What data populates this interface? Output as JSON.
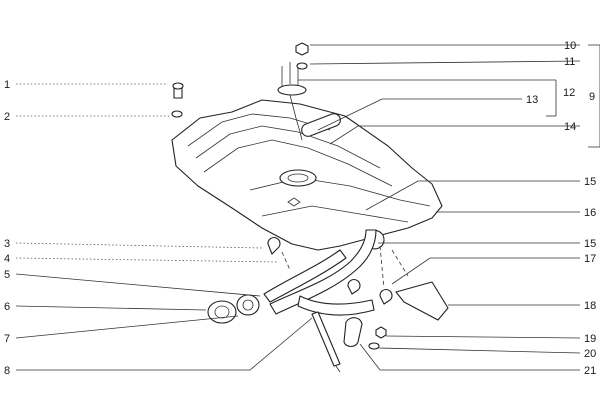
{
  "diagram": {
    "callouts": [
      {
        "id": "1",
        "label": "1"
      },
      {
        "id": "2",
        "label": "2"
      },
      {
        "id": "3",
        "label": "3"
      },
      {
        "id": "4",
        "label": "4"
      },
      {
        "id": "5",
        "label": "5"
      },
      {
        "id": "6",
        "label": "6"
      },
      {
        "id": "7",
        "label": "7"
      },
      {
        "id": "8",
        "label": "8"
      },
      {
        "id": "9",
        "label": "9"
      },
      {
        "id": "10",
        "label": "10"
      },
      {
        "id": "11",
        "label": "11"
      },
      {
        "id": "12",
        "label": "12"
      },
      {
        "id": "13",
        "label": "13"
      },
      {
        "id": "14",
        "label": "14"
      },
      {
        "id": "15a",
        "label": "15"
      },
      {
        "id": "15b",
        "label": "15"
      },
      {
        "id": "16",
        "label": "16"
      },
      {
        "id": "17",
        "label": "17"
      },
      {
        "id": "18",
        "label": "18"
      },
      {
        "id": "19",
        "label": "19"
      },
      {
        "id": "20",
        "label": "20"
      },
      {
        "id": "21",
        "label": "21"
      }
    ]
  }
}
